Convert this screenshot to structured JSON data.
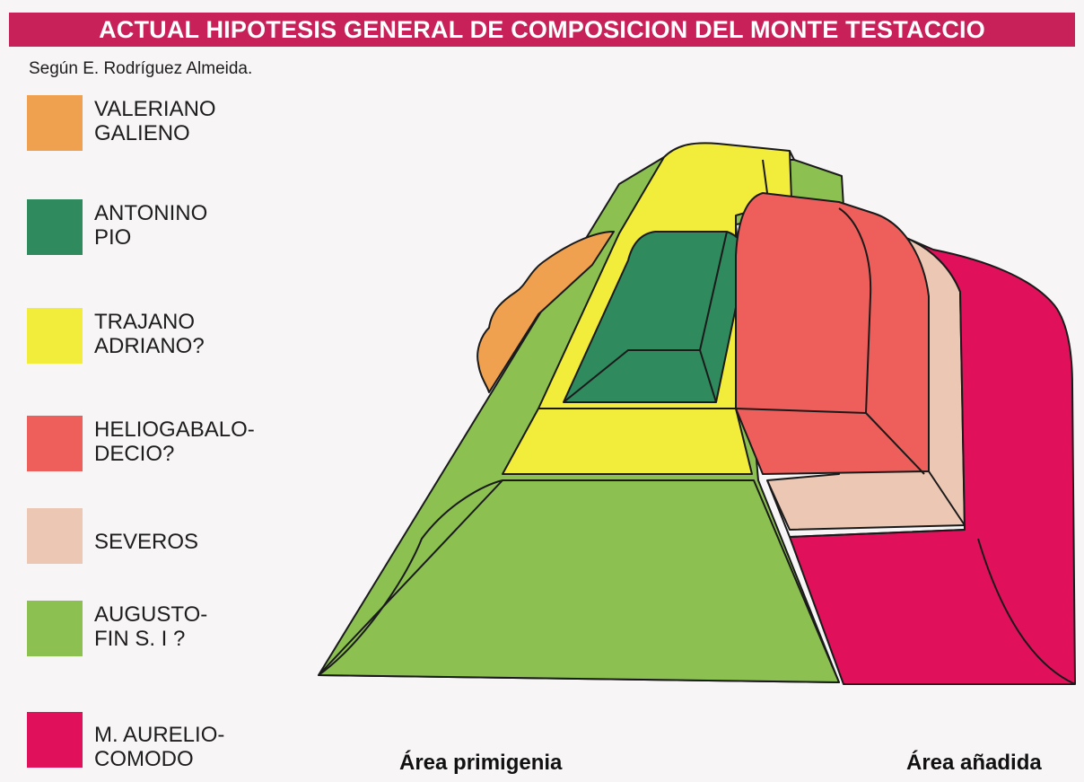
{
  "title": "ACTUAL HIPOTESIS GENERAL DE COMPOSICION DEL MONTE TESTACCIO",
  "source": "Según E. Rodríguez Almeida.",
  "colors": {
    "title_bar": "#c8215a",
    "valeriano": "#f0a150",
    "antonino": "#2f8a5e",
    "trajano": "#f2ec3a",
    "heliogabalo": "#ee5f5b",
    "severos": "#ecc8b4",
    "augusto": "#8cc152",
    "aurelio": "#e0115a"
  },
  "legend": [
    {
      "id": "valeriano",
      "label": "VALERIANO\nGALIENO"
    },
    {
      "id": "antonino",
      "label": "ANTONINO\nPIO"
    },
    {
      "id": "trajano",
      "label": "TRAJANO\nADRIANO?"
    },
    {
      "id": "heliogabalo",
      "label": "HELIOGABALO-\nDECIO?"
    },
    {
      "id": "severos",
      "label": "SEVEROS"
    },
    {
      "id": "augusto",
      "label": "AUGUSTO-\nFIN S. I ?"
    },
    {
      "id": "aurelio",
      "label": "M. AURELIO-\nCOMODO"
    }
  ],
  "areas": {
    "primigenia": "Área primigenia",
    "anadida": "Área añadida"
  }
}
